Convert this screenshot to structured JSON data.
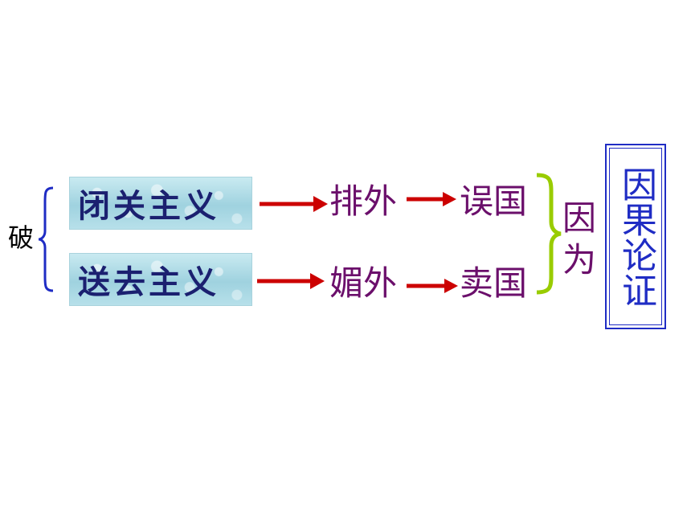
{
  "diagram": {
    "refute_label": "破",
    "boxes": [
      {
        "label": "闭关主义"
      },
      {
        "label": "送去主义"
      }
    ],
    "chain_top": {
      "step1": "排外",
      "step2": "误国"
    },
    "chain_bottom": {
      "step1": "媚外",
      "step2": "卖国"
    },
    "cause_label": "因为",
    "conclusion_label": "因果论证"
  },
  "colors": {
    "arrow": "#cc0000",
    "chain_text": "#6b0f6b",
    "box_text": "#1b2070",
    "left_brace": "#1f2cc4",
    "right_brace": "#99cc00",
    "conclusion": "#1f2cc4"
  }
}
